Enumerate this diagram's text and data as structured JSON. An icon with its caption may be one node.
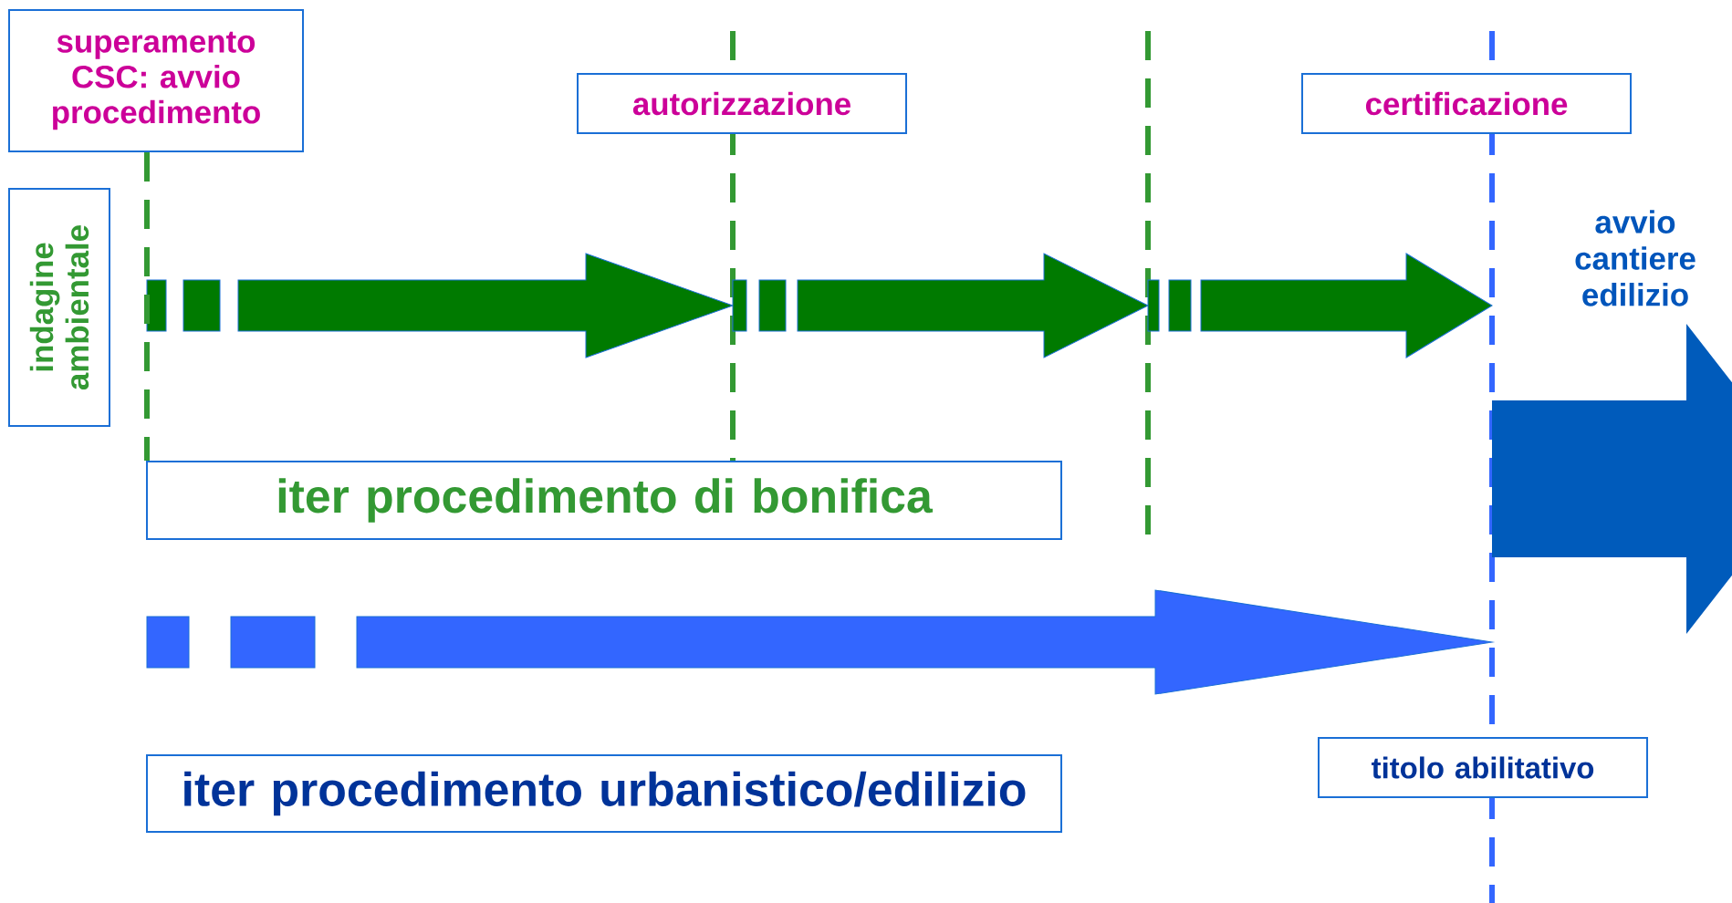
{
  "diagram": {
    "nodes": [
      {
        "text": [
          "superamento CSC: avvio procedimento"
        ]
      },
      {
        "text": [
          "autorizzazione"
        ]
      },
      {
        "text": [
          "certificazione"
        ]
      },
      {
        "text": [
          "indagine ambientale"
        ]
      },
      {
        "text": [
          "iter procedimento di bonifica"
        ]
      },
      {
        "text": [
          "iter procedimento urbanistico/edilizio"
        ]
      },
      {
        "text": [
          "titolo abilitativo"
        ]
      }
    ],
    "edges": [
      {
        "from": 0,
        "to": 4,
        "arrow": "none",
        "style": "dashed",
        "color": "#339933"
      }
    ],
    "labels": [
      "avvio cantiere edilizio"
    ]
  }
}
